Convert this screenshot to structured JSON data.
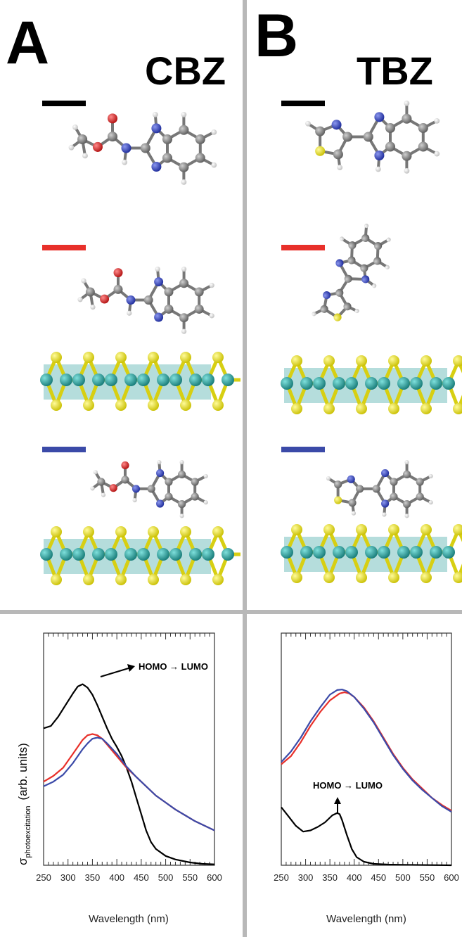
{
  "panels": [
    {
      "letter": "A",
      "molecule": "CBZ"
    },
    {
      "letter": "B",
      "molecule": "TBZ"
    }
  ],
  "legend_swatch_colors": [
    "#000000",
    "#e8302a",
    "#3b4aa8"
  ],
  "colors": {
    "mo_s": "#e8e41a",
    "mo_mo": "#2a9e9a",
    "carbon": "#6e6e6e",
    "hydrogen": "#f4f4f4",
    "nitrogen": "#2b3fb3",
    "oxygen": "#d41e1e",
    "sulfur": "#e0d81a",
    "divider": "#b8b8b8"
  },
  "ylabel": {
    "symbol": "σ",
    "subscript": "photoexcitation",
    "units": "(arb. units)"
  },
  "chart_data": [
    {
      "type": "line",
      "panel": "A",
      "xlabel": "Wavelength (nm)",
      "ylabel": "σphotoexcitation (arb. units)",
      "xlim": [
        250,
        600
      ],
      "ylim": [
        0,
        1
      ],
      "xticks": [
        250,
        300,
        350,
        400,
        450,
        500,
        550,
        600
      ],
      "annotations": [
        {
          "text": "HOMO → LUMO",
          "x": 330,
          "y": 0.8
        }
      ],
      "series": [
        {
          "color": "#000000",
          "x": [
            250,
            265,
            280,
            295,
            310,
            320,
            330,
            340,
            350,
            360,
            370,
            380,
            390,
            400,
            410,
            420,
            430,
            440,
            450,
            460,
            470,
            480,
            500,
            520,
            550,
            575,
            600
          ],
          "y": [
            0.59,
            0.6,
            0.64,
            0.69,
            0.74,
            0.77,
            0.78,
            0.765,
            0.735,
            0.69,
            0.64,
            0.59,
            0.545,
            0.51,
            0.47,
            0.42,
            0.36,
            0.29,
            0.22,
            0.15,
            0.1,
            0.07,
            0.04,
            0.025,
            0.012,
            0.006,
            0.004
          ]
        },
        {
          "color": "#e8302a",
          "x": [
            250,
            270,
            290,
            310,
            330,
            340,
            350,
            360,
            370,
            380,
            400,
            420,
            440,
            460,
            480,
            500,
            520,
            540,
            560,
            580,
            600
          ],
          "y": [
            0.36,
            0.385,
            0.42,
            0.48,
            0.54,
            0.56,
            0.565,
            0.56,
            0.545,
            0.52,
            0.47,
            0.42,
            0.38,
            0.34,
            0.3,
            0.27,
            0.24,
            0.215,
            0.19,
            0.17,
            0.15
          ]
        },
        {
          "color": "#3b4aa8",
          "x": [
            250,
            270,
            290,
            310,
            330,
            340,
            350,
            360,
            370,
            380,
            400,
            420,
            440,
            460,
            480,
            500,
            520,
            540,
            560,
            580,
            600
          ],
          "y": [
            0.34,
            0.36,
            0.39,
            0.44,
            0.5,
            0.525,
            0.545,
            0.55,
            0.545,
            0.525,
            0.48,
            0.425,
            0.38,
            0.34,
            0.3,
            0.27,
            0.24,
            0.215,
            0.19,
            0.17,
            0.15
          ]
        }
      ]
    },
    {
      "type": "line",
      "panel": "B",
      "xlabel": "Wavelength (nm)",
      "ylabel": "",
      "xlim": [
        250,
        600
      ],
      "ylim": [
        0,
        1
      ],
      "xticks": [
        250,
        300,
        350,
        400,
        450,
        500,
        550,
        600
      ],
      "annotations": [
        {
          "text": "HOMO → LUMO",
          "x": 370,
          "y": 0.3
        }
      ],
      "series": [
        {
          "color": "#000000",
          "x": [
            250,
            265,
            280,
            295,
            310,
            325,
            340,
            355,
            365,
            370,
            375,
            385,
            395,
            405,
            420,
            440,
            470,
            500,
            550,
            600
          ],
          "y": [
            0.25,
            0.21,
            0.17,
            0.145,
            0.15,
            0.165,
            0.185,
            0.215,
            0.225,
            0.22,
            0.195,
            0.13,
            0.07,
            0.035,
            0.015,
            0.006,
            0.003,
            0.002,
            0.001,
            0.0
          ]
        },
        {
          "color": "#e8302a",
          "x": [
            250,
            270,
            290,
            310,
            330,
            350,
            370,
            380,
            390,
            400,
            420,
            440,
            460,
            480,
            500,
            520,
            540,
            560,
            580,
            600
          ],
          "y": [
            0.435,
            0.47,
            0.53,
            0.6,
            0.66,
            0.71,
            0.74,
            0.745,
            0.74,
            0.725,
            0.68,
            0.62,
            0.55,
            0.48,
            0.42,
            0.37,
            0.33,
            0.29,
            0.26,
            0.235
          ]
        },
        {
          "color": "#3b4aa8",
          "x": [
            250,
            270,
            290,
            310,
            330,
            350,
            365,
            375,
            385,
            400,
            420,
            440,
            460,
            480,
            500,
            520,
            540,
            560,
            580,
            600
          ],
          "y": [
            0.445,
            0.49,
            0.55,
            0.62,
            0.68,
            0.735,
            0.755,
            0.757,
            0.75,
            0.725,
            0.675,
            0.615,
            0.545,
            0.475,
            0.415,
            0.365,
            0.325,
            0.29,
            0.255,
            0.23
          ]
        }
      ]
    }
  ]
}
